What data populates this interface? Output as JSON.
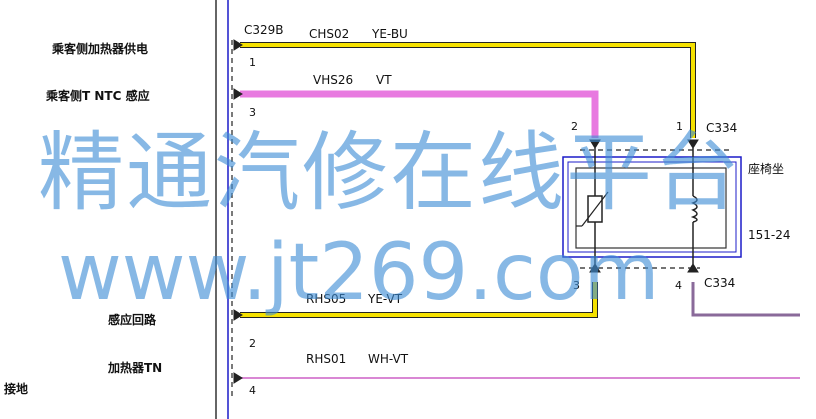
{
  "left_labels": {
    "passenger_heater_supply": "乘客侧加热器供电",
    "passenger_ntc_sense": "乘客侧T NTC  感应",
    "sense_circuit": "感应回路",
    "heater_tn": "加热器TN",
    "ground": "接地"
  },
  "connectors": {
    "c329b": "C329B",
    "c334_top": "C334",
    "c334_bottom": "C334"
  },
  "wires": {
    "chs02": {
      "code": "CHS02",
      "color_code": "YE-BU",
      "color": "#f5e100"
    },
    "vhs26": {
      "code": "VHS26",
      "color_code": "VT",
      "color": "#e87ae0"
    },
    "rhs05": {
      "code": "RHS05",
      "color_code": "YE-VT",
      "color": "#f5e100"
    },
    "rhs01": {
      "code": "RHS01",
      "color_code": "WH-VT",
      "color": "#d987d4"
    }
  },
  "pins": {
    "c329b_1": "1",
    "c329b_3": "3",
    "c329b_2": "2",
    "c329b_4": "4",
    "c334_2": "2",
    "c334_1": "1",
    "c334_3": "3",
    "c334_4": "4"
  },
  "component": {
    "name": "座椅坐",
    "ref": "151-24"
  },
  "watermark": {
    "line1": "精通汽修在线平台",
    "line2": "www.jt269.com"
  },
  "colors": {
    "frame_blue": "#1c1cc8",
    "purple_wire": "#8a6a9a"
  }
}
